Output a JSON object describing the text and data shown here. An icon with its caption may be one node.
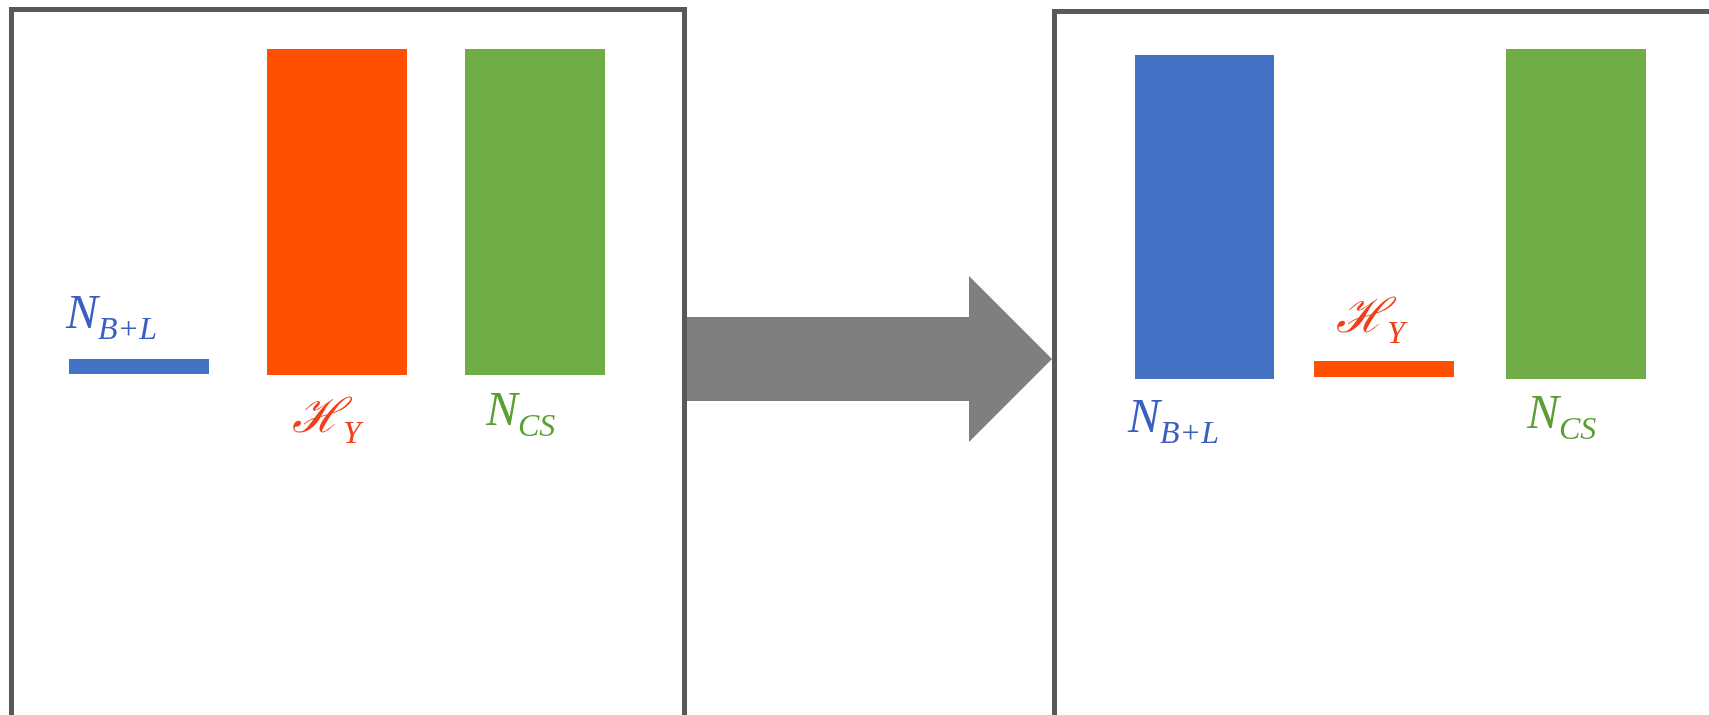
{
  "diagram": {
    "nodes": [
      {
        "text": [],
        "shape": "box"
      },
      {
        "text": [],
        "shape": "bar",
        "in": 0,
        "beside": [
          "N$_{B+L}$"
        ]
      },
      {
        "text": [],
        "shape": "bar",
        "in": 0,
        "beside": [
          "ℋ$_{Y}$"
        ]
      },
      {
        "text": [],
        "shape": "bar",
        "in": 0,
        "beside": [
          "N$_{CS}$"
        ]
      },
      {
        "text": [],
        "shape": "box"
      },
      {
        "text": [],
        "shape": "bar",
        "in": 4,
        "beside": [
          "N$_{B+L}$"
        ]
      },
      {
        "text": [],
        "shape": "bar",
        "in": 4,
        "beside": [
          "ℋ$_{Y}$"
        ]
      },
      {
        "text": [],
        "shape": "bar",
        "in": 4,
        "beside": [
          "N$_{CS}$"
        ]
      }
    ],
    "edges": [
      {
        "from": 0,
        "to": 4,
        "arrow": "to"
      }
    ]
  }
}
